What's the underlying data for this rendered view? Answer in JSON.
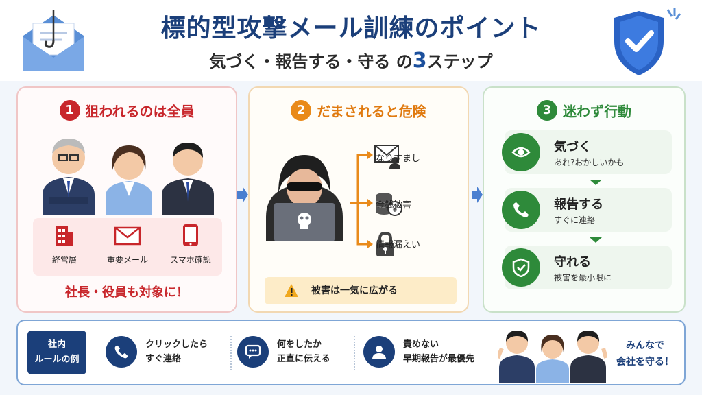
{
  "header": {
    "title": "標的型攻撃メール訓練のポイント",
    "subtitle_text": "気づく・報告する・守る の",
    "subtitle_num": "3",
    "subtitle_suffix": "ステップ"
  },
  "panel1": {
    "badge": "1",
    "title": "狙われるのは全員",
    "icons": [
      {
        "label": "経営層",
        "icon": "building-icon"
      },
      {
        "label": "重要メール",
        "icon": "envelope-icon"
      },
      {
        "label": "スマホ確認",
        "icon": "smartphone-icon"
      }
    ],
    "footer": "社長・役員も対象に！"
  },
  "panel2": {
    "badge": "2",
    "title": "だまされると危険",
    "threats": [
      {
        "label": "なりすまし",
        "icon": "impersonation-mail-icon"
      },
      {
        "label": "金銭被害",
        "icon": "coins-yen-icon"
      },
      {
        "label": "情報漏えい",
        "icon": "padlock-icon"
      }
    ],
    "warning": "被害は一気に広がる"
  },
  "panel3": {
    "badge": "3",
    "title": "迷わず行動",
    "steps": [
      {
        "heading": "気づく",
        "sub": "あれ?おかしいかも",
        "icon": "eye-icon"
      },
      {
        "heading": "報告する",
        "sub": "すぐに連絡",
        "icon": "phone-icon"
      },
      {
        "heading": "守れる",
        "sub": "被害を最小限に",
        "icon": "shield-check-icon"
      }
    ]
  },
  "bottom": {
    "rule_title_line1": "社内",
    "rule_title_line2": "ルールの例",
    "rules": [
      {
        "line1": "クリックしたら",
        "line2": "すぐ連絡",
        "icon": "phone-icon"
      },
      {
        "line1": "何をしたか",
        "line2": "正直に伝える",
        "icon": "chat-bubble-icon"
      },
      {
        "line1": "責めない",
        "line2": "早期報告が最優先",
        "icon": "person-icon"
      }
    ],
    "slogan_line1": "みんなで",
    "slogan_line2": "会社を守る！"
  },
  "colors": {
    "navy": "#1b3f7a",
    "red": "#c8262b",
    "orange": "#e98a1a",
    "green": "#2e8a3a"
  }
}
